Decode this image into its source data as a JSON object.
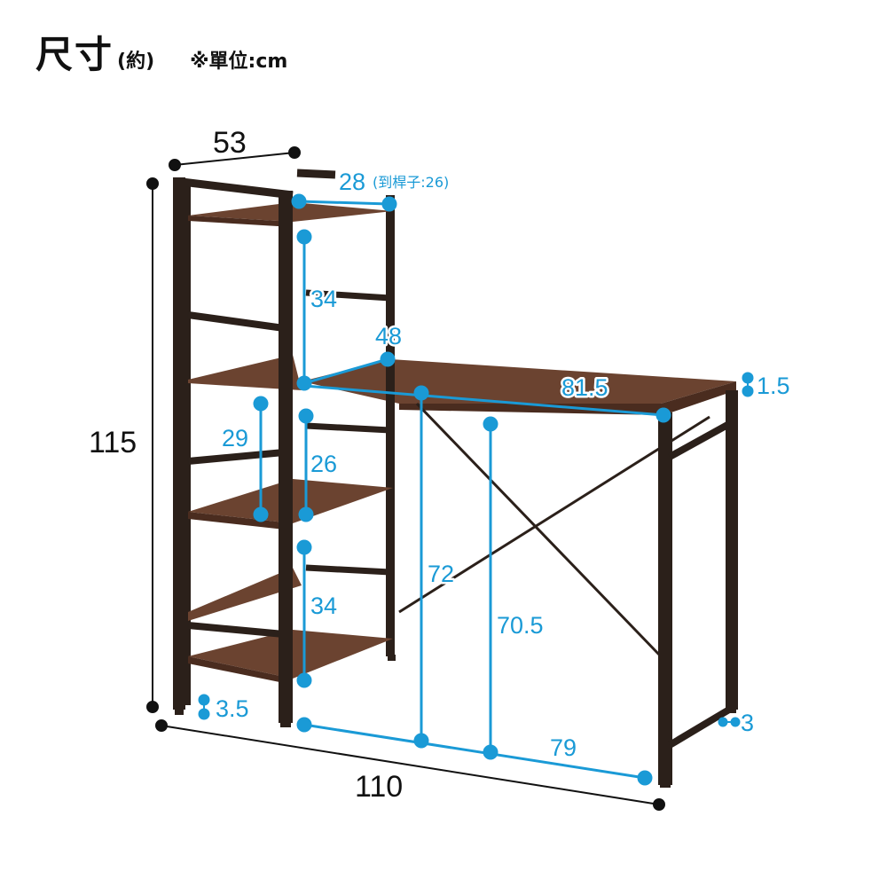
{
  "header": {
    "title": "尺寸",
    "approx": "(約)",
    "unit_note": "※單位:cm"
  },
  "dimensions": {
    "depth": "53",
    "height_total": "115",
    "width_total": "110",
    "shelf_top_depth": "28",
    "shelf_top_depth_note": "(到桿子:26)",
    "shelf_gap_upper": "34",
    "shelf_gap_middle_inner": "29",
    "shelf_gap_middle": "26",
    "shelf_gap_lower": "34",
    "desk_depth": "48",
    "desk_width": "81.5",
    "desk_thickness": "1.5",
    "desk_height": "72",
    "under_desk_height": "70.5",
    "leg_clearance": "79",
    "foot_height": "3.5",
    "foot_gap": "3"
  },
  "colors": {
    "frame": "#2b201a",
    "wood_top": "#6b4330",
    "wood_edge": "#4a2c1f",
    "dimension_blue": "#1a9ad6",
    "dimension_black": "#111111"
  }
}
